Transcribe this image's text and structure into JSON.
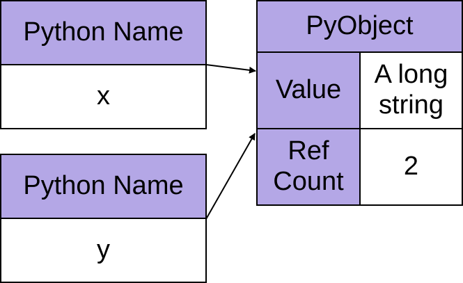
{
  "colors": {
    "header_fill": "#b4a7e6",
    "border": "#000000",
    "background": "#ffffff"
  },
  "names": [
    {
      "header": "Python Name",
      "value": "x"
    },
    {
      "header": "Python Name",
      "value": "y"
    }
  ],
  "pyobject": {
    "title": "PyObject",
    "value_label": "Value",
    "value": "A long string",
    "refcount_label": "Ref Count",
    "refcount": "2"
  }
}
